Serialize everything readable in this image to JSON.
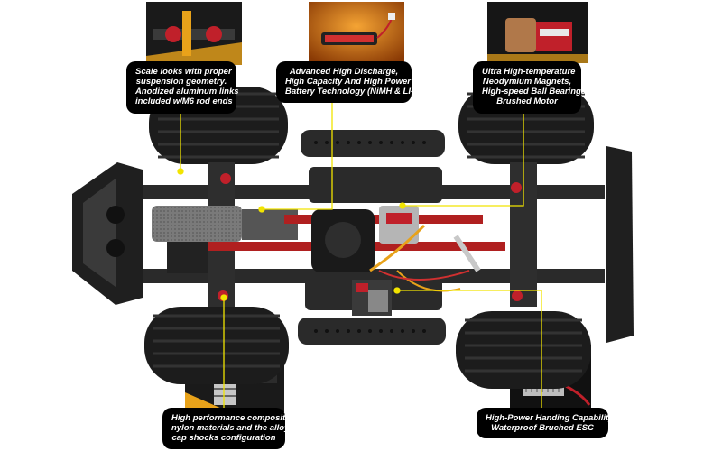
{
  "callouts": {
    "suspension": {
      "lines": [
        "Scale looks with proper",
        "suspension geometry.",
        "Anodized aluminum links",
        "included w/M6 rod ends"
      ],
      "image_subject": "shock-and-links-closeup"
    },
    "battery": {
      "lines": [
        "Advanced High Discharge,",
        "High Capacity And High Power",
        "Battery Technology (NiMH & LI-PO)"
      ],
      "image_subject": "battery-pack"
    },
    "motor": {
      "lines": [
        "Ultra High-temperature",
        "Neodymium Magnets,",
        "High-speed Ball Bearings",
        "Brushed Motor"
      ],
      "image_subject": "brushed-motor"
    },
    "shocks": {
      "lines": [
        "High performance composite",
        "nylon materials and the alloy",
        "cap shocks configuration"
      ],
      "image_subject": "shock-absorber-closeup"
    },
    "esc": {
      "lines": [
        "High-Power Handing Capability",
        "Waterproof Bruched ESC"
      ],
      "image_subject": "esc-with-heatsink"
    }
  },
  "colors": {
    "chassis": "#2a2a2a",
    "tire": "#1c1c1c",
    "accent_red": "#c0202a",
    "accent_orange": "#e8a21a",
    "leader_line": "#f2e400",
    "pill_bg": "#000000",
    "pill_text": "#ffffff"
  }
}
